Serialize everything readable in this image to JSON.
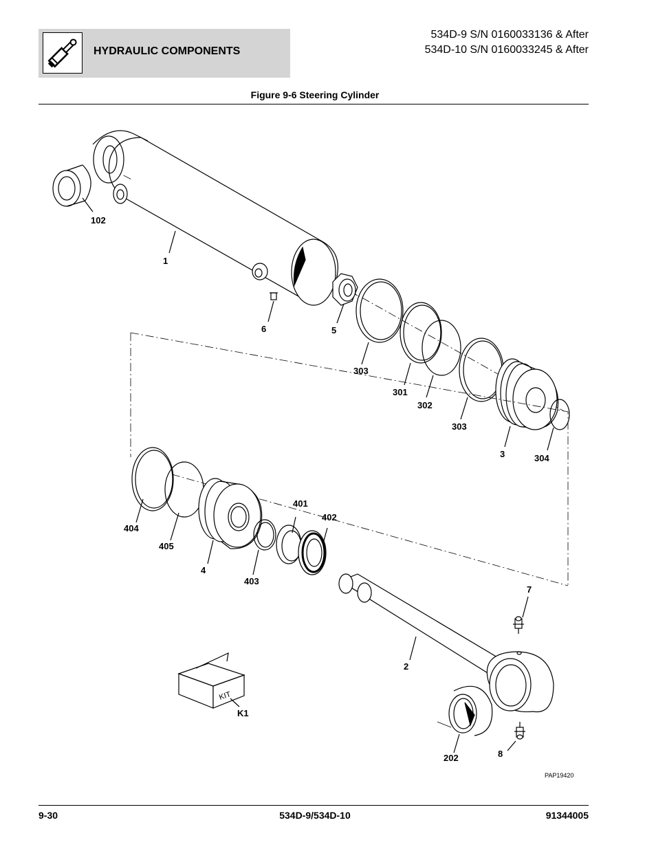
{
  "header": {
    "section_title": "HYDRAULIC COMPONENTS",
    "serial_line_1": "534D-9 S/N 0160033136 & After",
    "serial_line_2": "534D-10 S/N 0160033245 & After"
  },
  "figure": {
    "title": "Figure 9-6 Steering Cylinder",
    "reference_code": "PAP19420",
    "kit_label": "KIT",
    "callouts": {
      "c102": "102",
      "c1": "1",
      "c6": "6",
      "c5": "5",
      "c303a": "303",
      "c301": "301",
      "c302": "302",
      "c303b": "303",
      "c3": "3",
      "c304": "304",
      "c404": "404",
      "c405": "405",
      "c4": "4",
      "c403": "403",
      "c401": "401",
      "c402": "402",
      "c7": "7",
      "c2": "2",
      "cK1": "K1",
      "c202": "202",
      "c8": "8"
    }
  },
  "footer": {
    "page_number": "9-30",
    "model": "534D-9/534D-10",
    "part_number": "91344005"
  }
}
